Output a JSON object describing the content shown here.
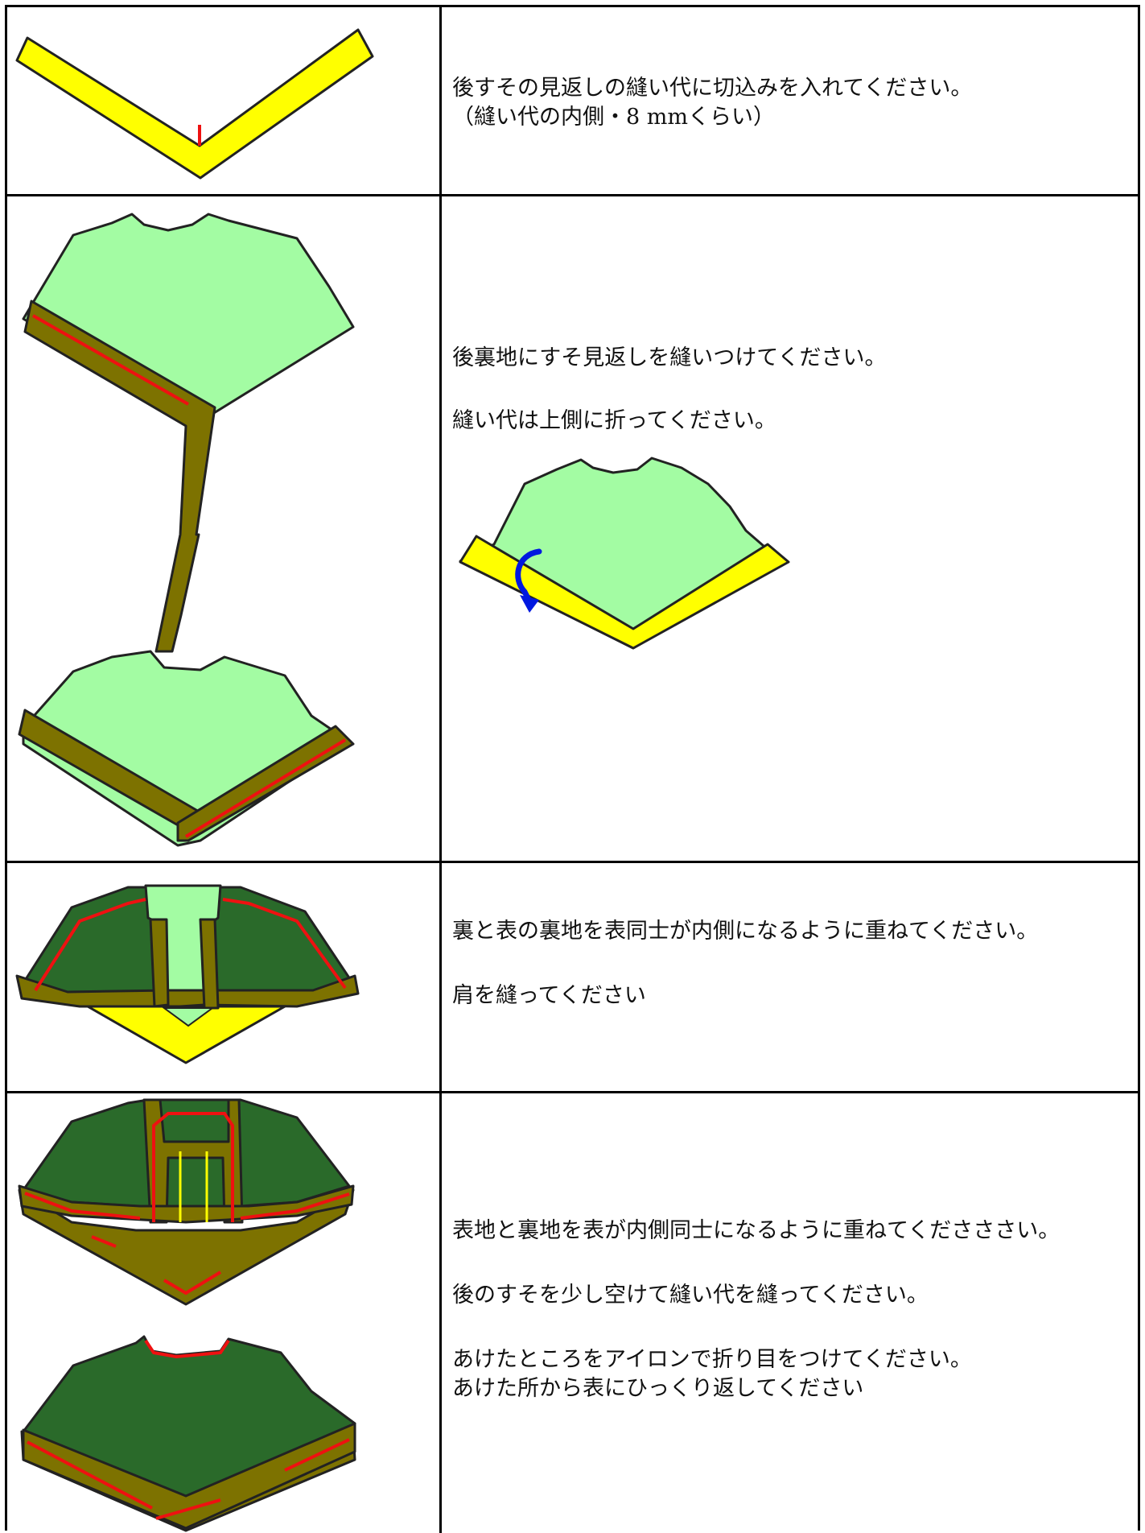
{
  "steps": [
    {
      "lines": [
        "後すその見返しの縫い代に切込みを入れてください。",
        "（縫い代の内側・8 mmくらい）"
      ]
    },
    {
      "lines": [
        "後裏地にすそ見返しを縫いつけてください。",
        "縫い代は上側に折ってください。"
      ]
    },
    {
      "lines": [
        "裏と表の裏地を表同士が内側になるように重ねてください。",
        "肩を縫ってください"
      ]
    },
    {
      "lines": [
        "表地と裏地を表が内側同士になるように重ねてくださささい。",
        "後のすそを少し空けて縫い代を縫ってください。",
        "あけたところをアイロンで折り目をつけてください。",
        "あけた所から表にひっくり返してください"
      ]
    }
  ],
  "colors": {
    "lining_light_green": "#a3fca3",
    "facing_yellow": "#ffff00",
    "olive": "#7d7200",
    "dark_green": "#2a6a2a",
    "stitch_red": "#ee1111",
    "arrow_blue": "#0018e0",
    "outline": "#222222"
  },
  "icons": {
    "fold_arrow": "curved-fold-arrow-icon"
  }
}
